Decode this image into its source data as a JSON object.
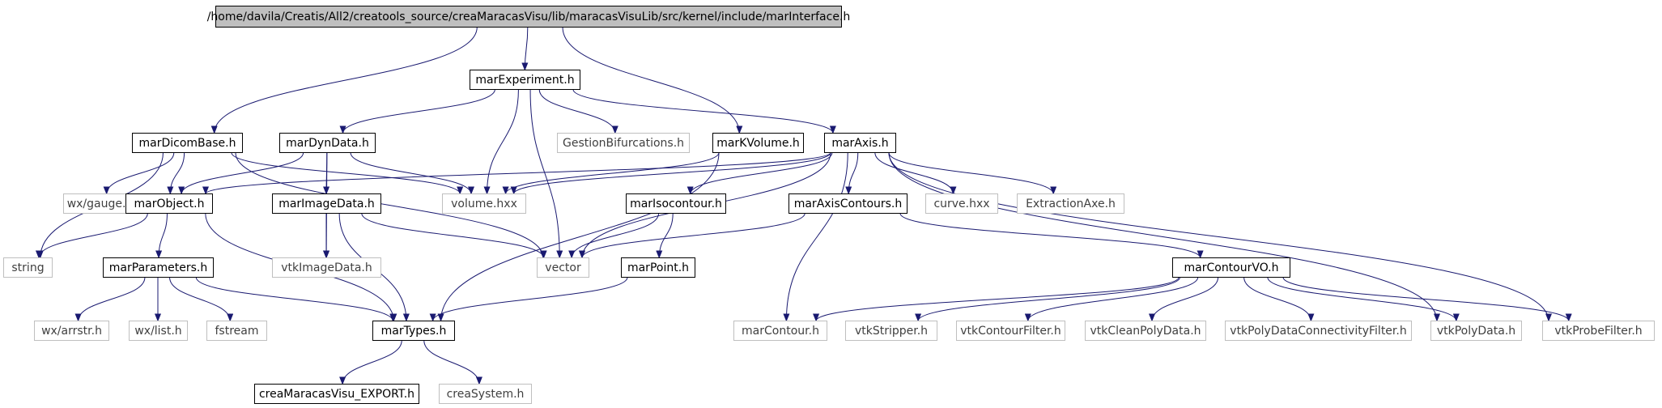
{
  "colors": {
    "edge": "#191970",
    "root_fill": "#bfbfbf",
    "documented_border": "#000000",
    "undocumented_border": "#bfbfbf",
    "documented_text": "#000000",
    "undocumented_text": "#404040"
  },
  "nodes": [
    {
      "id": "marInterface",
      "label": "/home/davila/Creatis/All2/creatools_source/creaMaracasVisu/lib/maracasVisuLib/src/kernel/include/marInterface.h",
      "kind": "root"
    },
    {
      "id": "marExperiment",
      "label": "marExperiment.h",
      "kind": "documented"
    },
    {
      "id": "marDicomBase",
      "label": "marDicomBase.h",
      "kind": "documented"
    },
    {
      "id": "marDynData",
      "label": "marDynData.h",
      "kind": "documented"
    },
    {
      "id": "GestionBifurcations",
      "label": "GestionBifurcations.h",
      "kind": "undocumented"
    },
    {
      "id": "marKVolume",
      "label": "marKVolume.h",
      "kind": "documented"
    },
    {
      "id": "marAxis",
      "label": "marAxis.h",
      "kind": "documented"
    },
    {
      "id": "wxgauge",
      "label": "wx/gauge.h",
      "kind": "undocumented"
    },
    {
      "id": "marObject",
      "label": "marObject.h",
      "kind": "documented"
    },
    {
      "id": "marImageData",
      "label": "marImageData.h",
      "kind": "documented"
    },
    {
      "id": "volumehxx",
      "label": "volume.hxx",
      "kind": "undocumented"
    },
    {
      "id": "marIsocontour",
      "label": "marIsocontour.h",
      "kind": "documented"
    },
    {
      "id": "marAxisContours",
      "label": "marAxisContours.h",
      "kind": "documented"
    },
    {
      "id": "curvehxx",
      "label": "curve.hxx",
      "kind": "undocumented"
    },
    {
      "id": "ExtractionAxe",
      "label": "ExtractionAxe.h",
      "kind": "undocumented"
    },
    {
      "id": "string",
      "label": "string",
      "kind": "undocumented"
    },
    {
      "id": "marParameters",
      "label": "marParameters.h",
      "kind": "documented"
    },
    {
      "id": "vtkImageData",
      "label": "vtkImageData.h",
      "kind": "undocumented"
    },
    {
      "id": "vector",
      "label": "vector",
      "kind": "undocumented"
    },
    {
      "id": "marPoint",
      "label": "marPoint.h",
      "kind": "documented"
    },
    {
      "id": "marContourVO",
      "label": "marContourVO.h",
      "kind": "documented"
    },
    {
      "id": "wxarrstr",
      "label": "wx/arrstr.h",
      "kind": "undocumented"
    },
    {
      "id": "wxlist",
      "label": "wx/list.h",
      "kind": "undocumented"
    },
    {
      "id": "fstream",
      "label": "fstream",
      "kind": "undocumented"
    },
    {
      "id": "marTypes",
      "label": "marTypes.h",
      "kind": "documented"
    },
    {
      "id": "marContour",
      "label": "marContour.h",
      "kind": "undocumented"
    },
    {
      "id": "vtkStripper",
      "label": "vtkStripper.h",
      "kind": "undocumented"
    },
    {
      "id": "vtkContourFilter",
      "label": "vtkContourFilter.h",
      "kind": "undocumented"
    },
    {
      "id": "vtkCleanPolyData",
      "label": "vtkCleanPolyData.h",
      "kind": "undocumented"
    },
    {
      "id": "vtkPolyDataConnectivityFilter",
      "label": "vtkPolyDataConnectivityFilter.h",
      "kind": "undocumented"
    },
    {
      "id": "vtkPolyData",
      "label": "vtkPolyData.h",
      "kind": "undocumented"
    },
    {
      "id": "vtkProbeFilter",
      "label": "vtkProbeFilter.h",
      "kind": "undocumented"
    },
    {
      "id": "creaMaracasVisu_EXPORT",
      "label": "creaMaracasVisu_EXPORT.h",
      "kind": "documented"
    },
    {
      "id": "creaSystem",
      "label": "creaSystem.h",
      "kind": "undocumented"
    }
  ],
  "edges": [
    {
      "from": "marInterface",
      "to": "marExperiment"
    },
    {
      "from": "marInterface",
      "to": "marDicomBase"
    },
    {
      "from": "marInterface",
      "to": "marKVolume"
    },
    {
      "from": "marExperiment",
      "to": "marDynData"
    },
    {
      "from": "marExperiment",
      "to": "GestionBifurcations"
    },
    {
      "from": "marExperiment",
      "to": "marAxis"
    },
    {
      "from": "marExperiment",
      "to": "volumehxx"
    },
    {
      "from": "marExperiment",
      "to": "vector"
    },
    {
      "from": "marDicomBase",
      "to": "string"
    },
    {
      "from": "marDicomBase",
      "to": "wxgauge"
    },
    {
      "from": "marDicomBase",
      "to": "marObject"
    },
    {
      "from": "marDicomBase",
      "to": "volumehxx"
    },
    {
      "from": "marDicomBase",
      "to": "vector"
    },
    {
      "from": "marDynData",
      "to": "marObject"
    },
    {
      "from": "marDynData",
      "to": "marImageData"
    },
    {
      "from": "marDynData",
      "to": "vtkImageData"
    },
    {
      "from": "marDynData",
      "to": "volumehxx"
    },
    {
      "from": "marKVolume",
      "to": "volumehxx"
    },
    {
      "from": "marKVolume",
      "to": "marTypes"
    },
    {
      "from": "marAxis",
      "to": "marObject"
    },
    {
      "from": "marAxis",
      "to": "volumehxx"
    },
    {
      "from": "marAxis",
      "to": "marIsocontour"
    },
    {
      "from": "marAxis",
      "to": "marAxisContours"
    },
    {
      "from": "marAxis",
      "to": "curvehxx"
    },
    {
      "from": "marAxis",
      "to": "ExtractionAxe"
    },
    {
      "from": "marAxis",
      "to": "vector"
    },
    {
      "from": "marAxis",
      "to": "marContour"
    },
    {
      "from": "marAxis",
      "to": "vtkPolyData"
    },
    {
      "from": "marAxis",
      "to": "vtkProbeFilter"
    },
    {
      "from": "marObject",
      "to": "string"
    },
    {
      "from": "marObject",
      "to": "marParameters"
    },
    {
      "from": "marObject",
      "to": "marTypes"
    },
    {
      "from": "marImageData",
      "to": "vtkImageData"
    },
    {
      "from": "marImageData",
      "to": "vector"
    },
    {
      "from": "marImageData",
      "to": "marTypes"
    },
    {
      "from": "marIsocontour",
      "to": "vector"
    },
    {
      "from": "marIsocontour",
      "to": "marPoint"
    },
    {
      "from": "marAxisContours",
      "to": "vector"
    },
    {
      "from": "marAxisContours",
      "to": "marContourVO"
    },
    {
      "from": "marPoint",
      "to": "marTypes"
    },
    {
      "from": "marParameters",
      "to": "wxarrstr"
    },
    {
      "from": "marParameters",
      "to": "wxlist"
    },
    {
      "from": "marParameters",
      "to": "fstream"
    },
    {
      "from": "marParameters",
      "to": "marTypes"
    },
    {
      "from": "marContourVO",
      "to": "marContour"
    },
    {
      "from": "marContourVO",
      "to": "vtkStripper"
    },
    {
      "from": "marContourVO",
      "to": "vtkContourFilter"
    },
    {
      "from": "marContourVO",
      "to": "vtkCleanPolyData"
    },
    {
      "from": "marContourVO",
      "to": "vtkPolyDataConnectivityFilter"
    },
    {
      "from": "marContourVO",
      "to": "vtkPolyData"
    },
    {
      "from": "marContourVO",
      "to": "vtkProbeFilter"
    },
    {
      "from": "marTypes",
      "to": "creaMaracasVisu_EXPORT"
    },
    {
      "from": "marTypes",
      "to": "creaSystem"
    }
  ]
}
